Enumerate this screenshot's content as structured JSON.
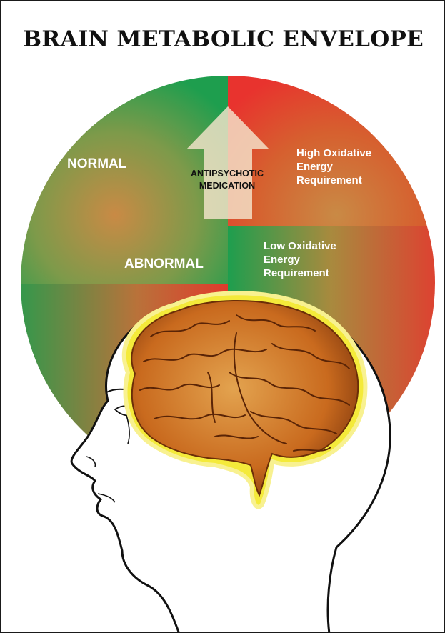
{
  "title": "BRAIN METABOLIC ENVELOPE",
  "labels": {
    "normal": "NORMAL",
    "abnormal": "ABNORMAL",
    "medication_line1": "ANTIPSYCHOTIC",
    "medication_line2": "MEDICATION",
    "high_oxidative": [
      "High Oxidative",
      "Energy",
      "Requirement"
    ],
    "low_oxidative": [
      "Low Oxidative",
      "Energy",
      "Requirement"
    ]
  },
  "colors": {
    "green": "#1e9e4e",
    "red": "#e8332e",
    "arrow": "#f2e0c8",
    "brain": "#c96a1e",
    "brain_glow": "#f4ea3a"
  },
  "icons": [
    "head-profile-icon",
    "brain-icon",
    "up-arrow-icon"
  ]
}
